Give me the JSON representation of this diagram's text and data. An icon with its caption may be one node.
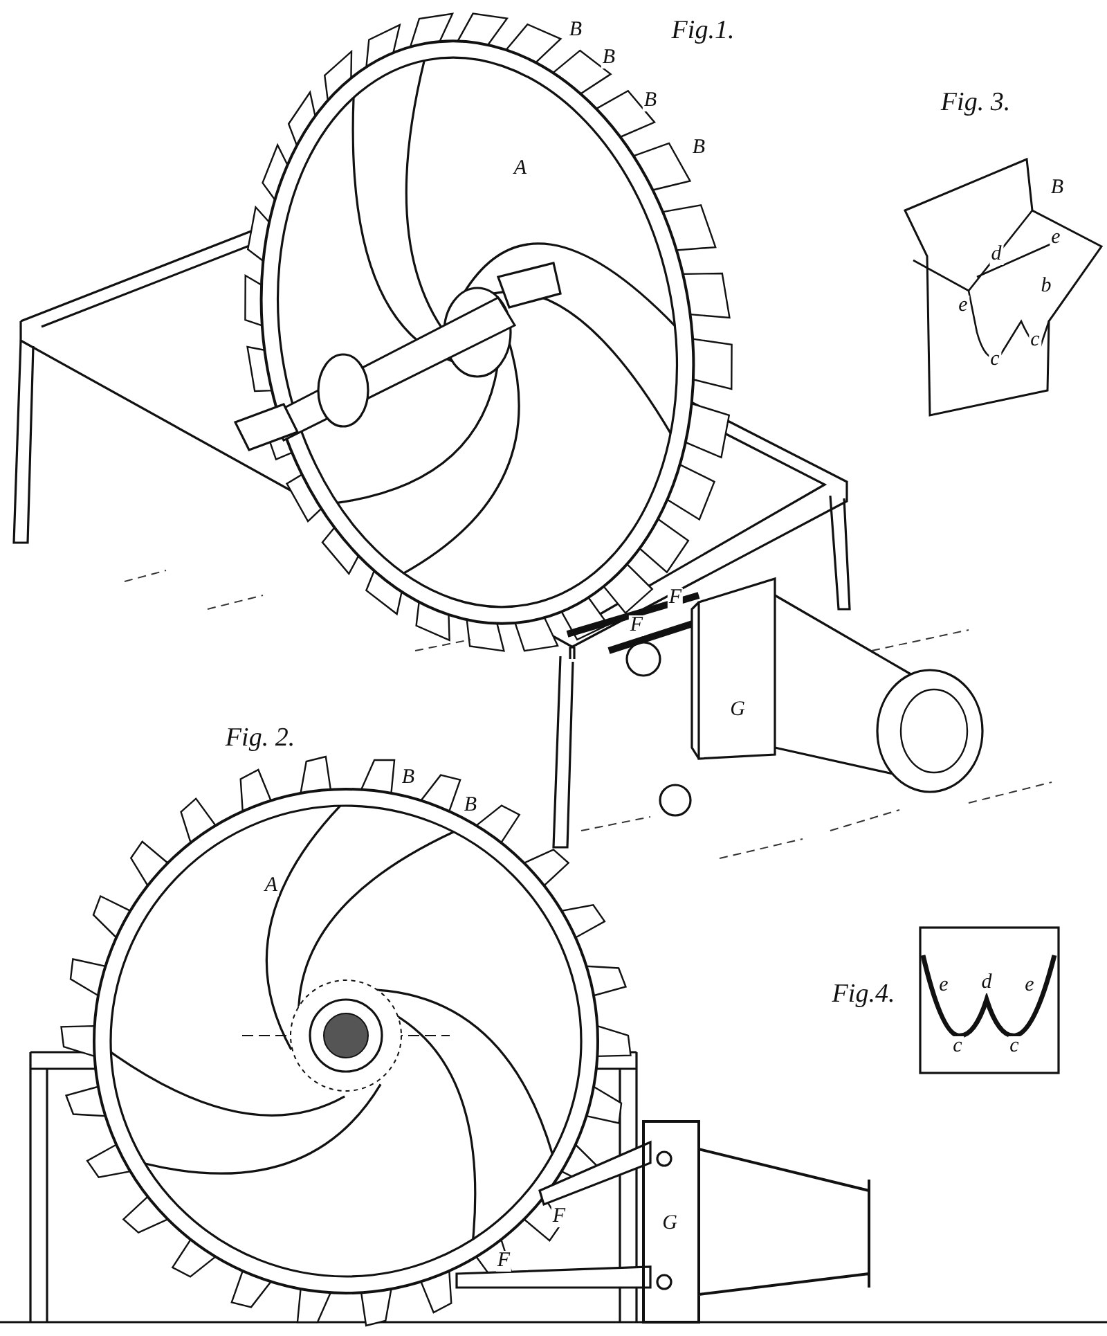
{
  "diagram": {
    "labels": [
      "B",
      "Fig.1.",
      "B",
      "B",
      "Fig. 3.",
      "B",
      "A",
      "B",
      "e",
      "d",
      "b",
      "e",
      "c",
      "c",
      "F",
      "F",
      "G",
      "Fig. 2.",
      "B",
      "B",
      "A",
      "e",
      "d",
      "e",
      "Fig.4.",
      "c",
      "c",
      "F",
      "G",
      "F"
    ]
  }
}
